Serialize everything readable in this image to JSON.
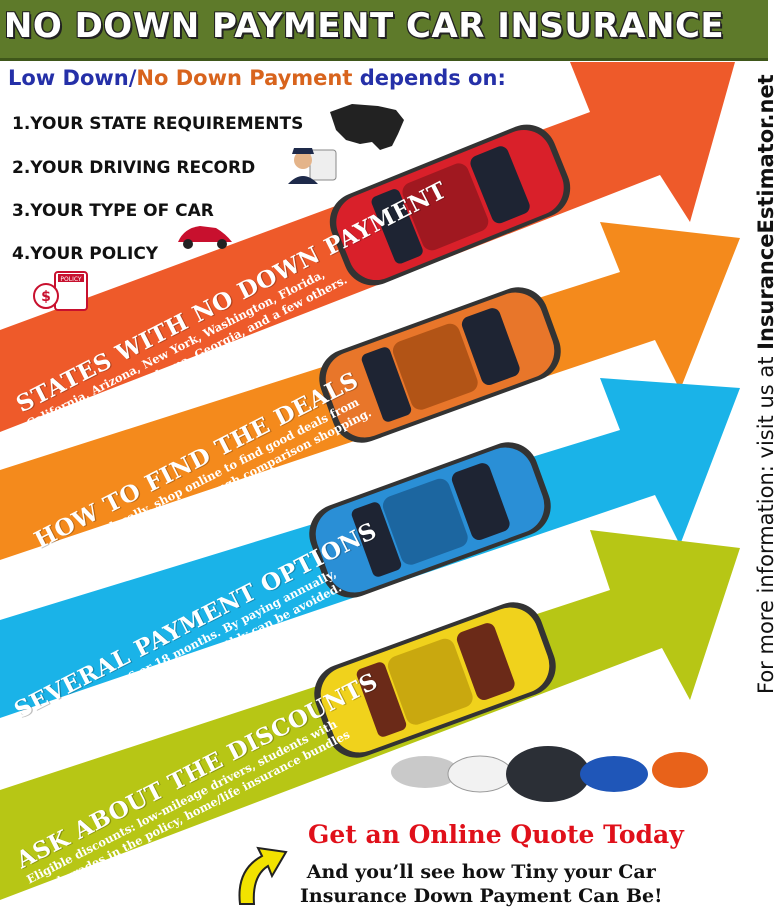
{
  "title": "NO DOWN PAYMENT CAR INSURANCE",
  "subtitle": {
    "part1": "Low Down/",
    "part2": "No Down Payment",
    "part3": " depends on:"
  },
  "factors": [
    "1.YOUR STATE REQUIREMENTS",
    "2.YOUR DRIVING RECORD",
    "3.YOUR TYPE OF CAR",
    "4.YOUR POLICY"
  ],
  "policy_icon_label": "POLICY",
  "bands": [
    {
      "color": "#ee5a2a",
      "heading": "STATES WITH NO DOWN PAYMENT",
      "lines": [
        "California, Arizona, New York, Washington, Florida,",
        "Oklahoma, Texas, Alabama, Georgia, and a few others."
      ],
      "car_color": "#d9202a"
    },
    {
      "color": "#f48a1c",
      "heading": "HOW TO FIND THE DEALS",
      "lines": [
        "Don't shop locally, shop online to find good deals from",
        "Small, Local Companies through comparison shopping."
      ],
      "car_color": "#e8762a"
    },
    {
      "color": "#1ab3e8",
      "heading": "SEVERAL PAYMENT OPTIONS",
      "lines": [
        "Monthly, Every 3, 6 or 18 months. By paying annually,",
        "however, a service fee of $10 monthly can be avoided."
      ],
      "car_color": "#2a8fd6"
    },
    {
      "color": "#b7c615",
      "heading": "ASK ABOUT THE DISCOUNTS",
      "lines": [
        "Eligible discounts: low-mileage drivers, students with",
        "good grades in the policy, home/life insurance bundles"
      ],
      "car_color": "#f0d21c"
    }
  ],
  "side_note": {
    "prefix": "For more information: visit us at ",
    "site": "InsuranceEstimator.net"
  },
  "cta": {
    "headline": "Get an Online Quote Today",
    "line1": "And you’ll see how Tiny your Car",
    "line2": "Insurance Down Payment Can Be!"
  },
  "icons": [
    "usa-map-icon",
    "police-officer-icon",
    "red-car-icon",
    "policy-document-icon",
    "curved-arrow-icon"
  ],
  "colors": {
    "title_bg": "#5e7a2a",
    "subtitle_blue": "#2530a8",
    "subtitle_orange": "#d8641d",
    "cta_red": "#e0101a"
  }
}
